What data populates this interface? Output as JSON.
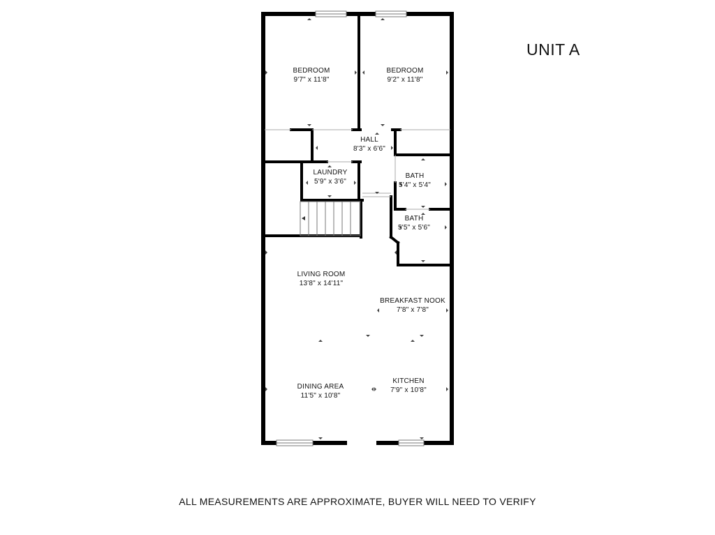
{
  "unit_title": "UNIT A",
  "disclaimer": "ALL MEASUREMENTS ARE APPROXIMATE, BUYER WILL NEED TO VERIFY",
  "rooms": {
    "bedroom_1": {
      "name": "BEDROOM",
      "dims": "9'7\" x 11'8\""
    },
    "bedroom_2": {
      "name": "BEDROOM",
      "dims": "9'2\" x 11'8\""
    },
    "hall": {
      "name": "HALL",
      "dims": "8'3\" x 6'6\""
    },
    "laundry": {
      "name": "LAUNDRY",
      "dims": "5'9\" x 3'6\""
    },
    "bath_1": {
      "name": "BATH",
      "dims": "5'4\" x 5'4\""
    },
    "bath_2": {
      "name": "BATH",
      "dims": "5'5\" x 5'6\""
    },
    "living_room": {
      "name": "LIVING ROOM",
      "dims": "13'8\" x 14'11\""
    },
    "breakfast_nook": {
      "name": "BREAKFAST NOOK",
      "dims": "7'8\" x 7'8\""
    },
    "dining_area": {
      "name": "DINING AREA",
      "dims": "11'5\" x 10'8\""
    },
    "kitchen": {
      "name": "KITCHEN",
      "dims": "7'9\" x 10'8\""
    }
  },
  "colors": {
    "wall": "#000000",
    "background": "#ffffff",
    "window": "#9a9a9a",
    "stairs": "#777777"
  }
}
